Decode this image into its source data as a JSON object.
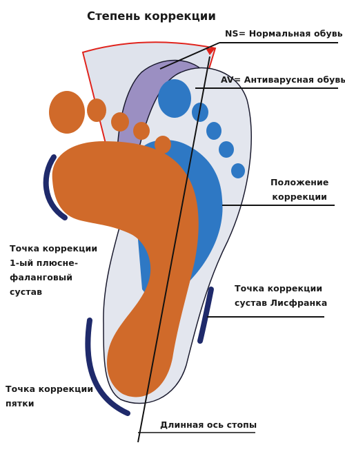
{
  "title": "Степень коррекции",
  "labels": {
    "ns": "NS= Нормальная обувь",
    "av": "AV= Антиварусная обувь",
    "position": "Положение\nкоррекции",
    "first_mtp": "Точка коррекции\n1-ый плюсне-\nфаланговый\nсустав",
    "lisfranc": "Точка коррекции\nсустав Лисфранка",
    "heel": "Точка коррекции\nпятки",
    "axis": "Длинная ось стопы"
  },
  "colors": {
    "foot_orange": "#d06a2a",
    "shoe_blue": "#2e78c4",
    "ns_purple": "#9b8fc2",
    "av_outline_fill": "#e3e6ee",
    "angle_red": "#e0231c",
    "pad_navy": "#1f2a6b",
    "line_black": "#111111"
  }
}
